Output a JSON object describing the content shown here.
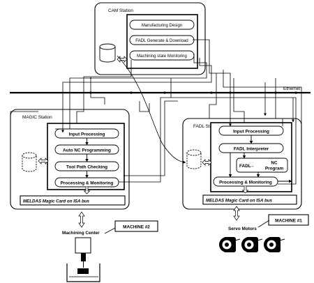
{
  "cam_station": {
    "title": "CAM Station",
    "modules": [
      "Manufacturing Design",
      "FADL Generate & Download",
      "Machining state Monitoring"
    ]
  },
  "network": {
    "label": "Ethernet"
  },
  "magic_station": {
    "title": "MAGIC Station",
    "modules": [
      "Input Processing",
      "Auto NC Programming",
      "Tool Path Checking",
      "Processing & Monitoring"
    ],
    "card": "MELDAS Magic Card on ISA bus"
  },
  "fadl_station": {
    "title": "FADL Station",
    "modules": [
      "Input Processing",
      "FADL Interpreter",
      "Processing & Monitoring"
    ],
    "converter": {
      "from": "FADL",
      "arrow": "→",
      "to_line1": "NC",
      "to_line2": "Program"
    },
    "card": "MELDAS Magic Card on ISA bus"
  },
  "machine2": {
    "label": "MACHINE #2",
    "device": "Machining Center"
  },
  "machine1": {
    "label": "MACHINE #1",
    "device": "Servo Motors"
  }
}
